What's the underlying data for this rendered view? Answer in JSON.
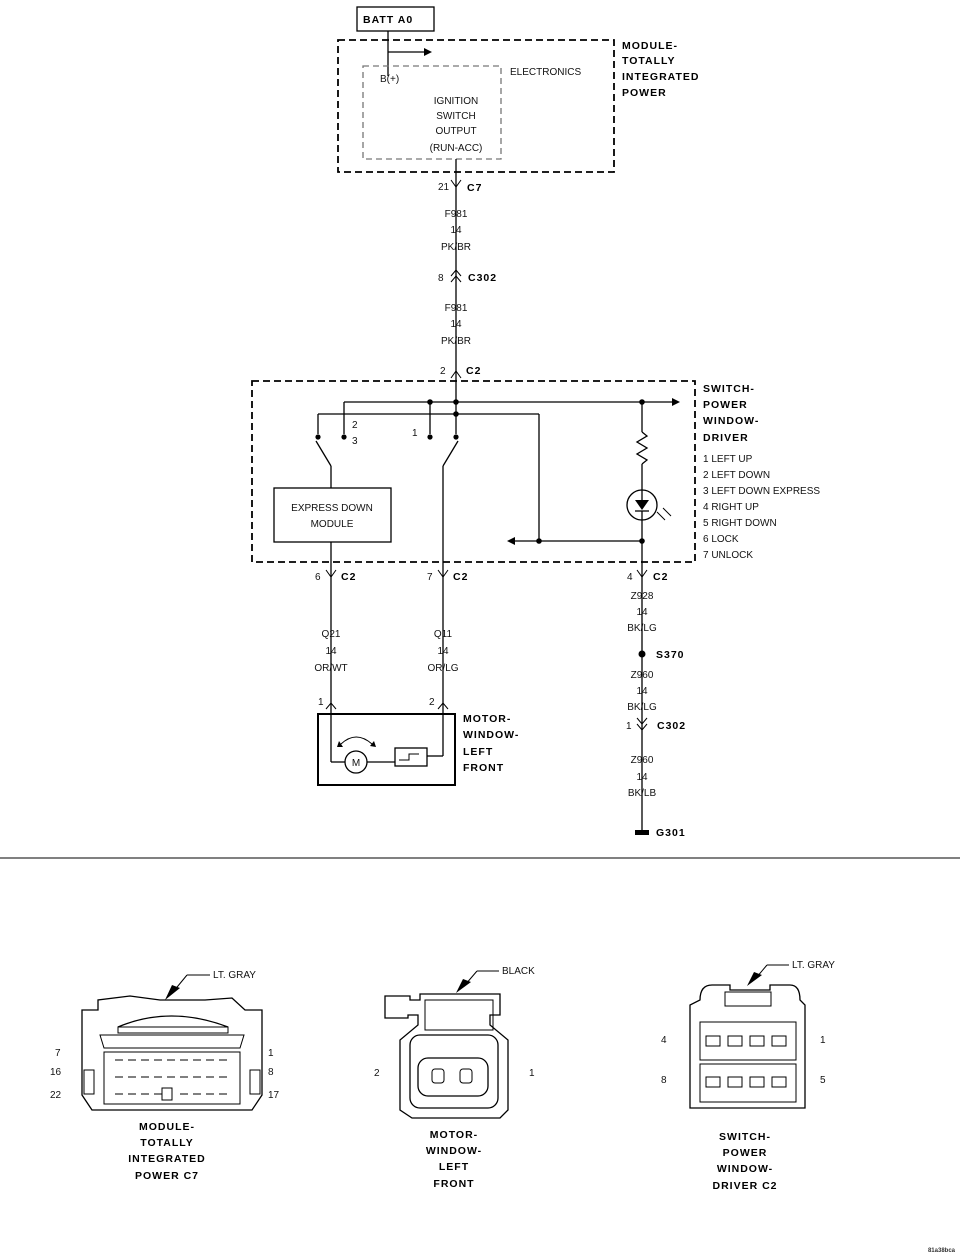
{
  "batt": "BATT A0",
  "tipm": {
    "title": [
      "MODULE-",
      "TOTALLY",
      "INTEGRATED",
      "POWER"
    ],
    "electronics": "ELECTRONICS",
    "bplus": "B(+)",
    "ignition": [
      "IGNITION",
      "SWITCH",
      "OUTPUT",
      "(RUN-ACC)"
    ]
  },
  "c7_pin": "21",
  "c7": "C7",
  "wire1": [
    "F981",
    "14",
    "PK/BR"
  ],
  "c302_pin_a": "8",
  "c302": "C302",
  "wire2": [
    "F981",
    "14",
    "PK/BR"
  ],
  "c2_pin_top": "2",
  "c2": "C2",
  "switch": {
    "title": [
      "SWITCH-",
      "POWER",
      "WINDOW-",
      "DRIVER"
    ],
    "legend": [
      "1 LEFT UP",
      "2 LEFT DOWN",
      "3 LEFT DOWN EXPRESS",
      "4 RIGHT UP",
      "5 RIGHT DOWN",
      "6 LOCK",
      "7 UNLOCK"
    ],
    "express": [
      "EXPRESS DOWN",
      "MODULE"
    ],
    "sw_labels": [
      "2",
      "3",
      "1"
    ]
  },
  "c2_pins": [
    "6",
    "7",
    "4"
  ],
  "wire_q21": [
    "Q21",
    "14",
    "OR/WT"
  ],
  "wire_q11": [
    "Q11",
    "14",
    "OR/LG"
  ],
  "wire_z928": [
    "Z928",
    "14",
    "BK/LG"
  ],
  "s370": "S370",
  "wire_z960a": [
    "Z960",
    "14",
    "BK/LG"
  ],
  "c302_pin_b": "1",
  "wire_z960b": [
    "Z960",
    "14",
    "BK/LB"
  ],
  "g301": "G301",
  "motor": {
    "title": [
      "MOTOR-",
      "WINDOW-",
      "LEFT",
      "FRONT"
    ],
    "pins": [
      "1",
      "2"
    ],
    "m": "M"
  },
  "connectors": [
    {
      "color": "LT. GRAY",
      "pins": [
        "7",
        "16",
        "22",
        "1",
        "8",
        "17"
      ],
      "title": [
        "MODULE-",
        "TOTALLY",
        "INTEGRATED",
        "POWER C7"
      ]
    },
    {
      "color": "BLACK",
      "pins": [
        "2",
        "1"
      ],
      "title": [
        "MOTOR-",
        "WINDOW-",
        "LEFT",
        "FRONT"
      ]
    },
    {
      "color": "LT. GRAY",
      "pins": [
        "4",
        "8",
        "1",
        "5"
      ],
      "title": [
        "SWITCH-",
        "POWER",
        "WINDOW-",
        "DRIVER C2"
      ]
    }
  ],
  "figure_id": "81a38bca"
}
